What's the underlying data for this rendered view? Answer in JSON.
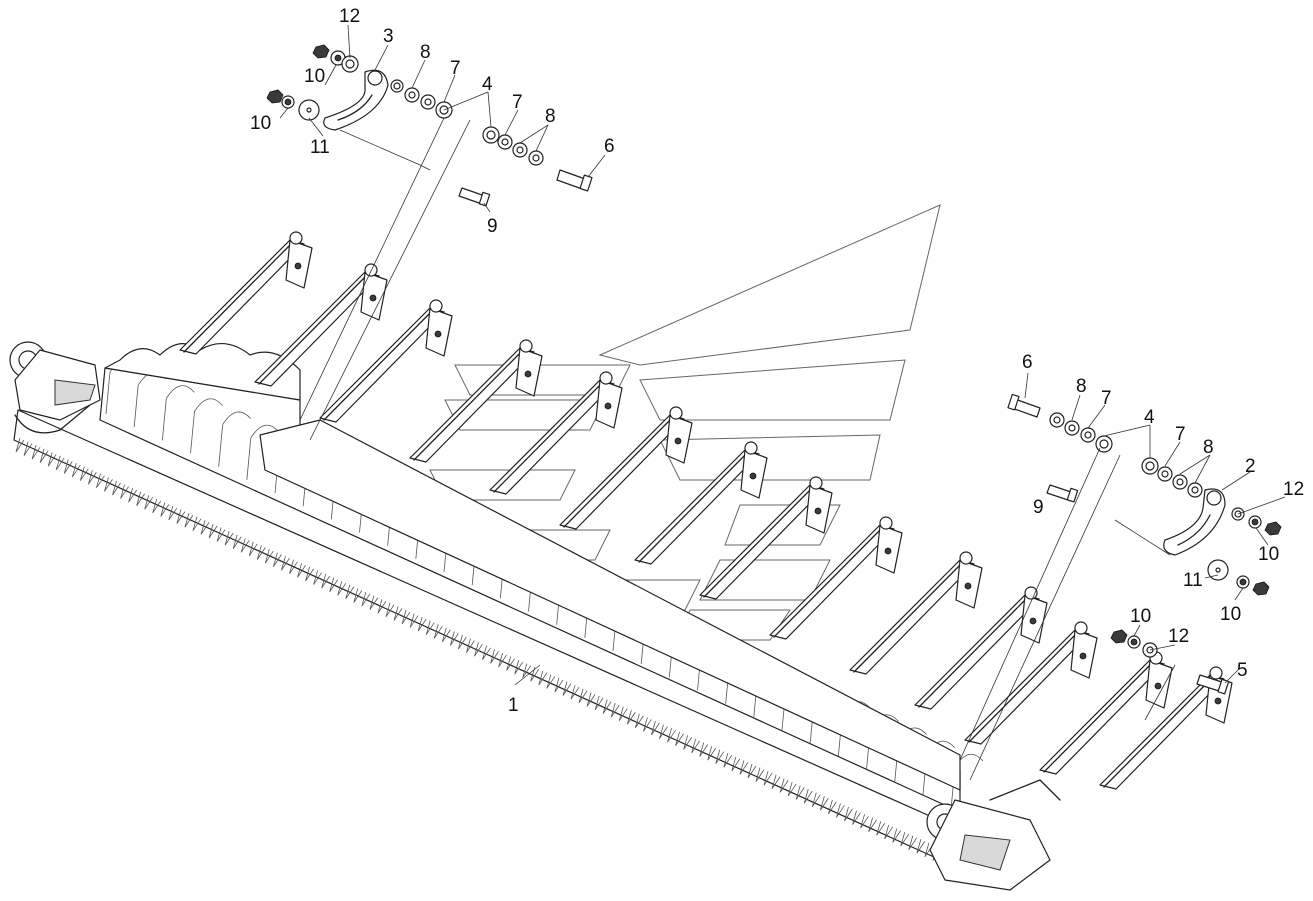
{
  "callouts": [
    {
      "id": "c12a",
      "text": "12"
    },
    {
      "id": "c3",
      "text": "3"
    },
    {
      "id": "c8a",
      "text": "8"
    },
    {
      "id": "c7a",
      "text": "7"
    },
    {
      "id": "c10a",
      "text": "10"
    },
    {
      "id": "c4a",
      "text": "4"
    },
    {
      "id": "c7b",
      "text": "7"
    },
    {
      "id": "c8b",
      "text": "8"
    },
    {
      "id": "c10b",
      "text": "10"
    },
    {
      "id": "c11a",
      "text": "11"
    },
    {
      "id": "c6a",
      "text": "6"
    },
    {
      "id": "c9a",
      "text": "9"
    },
    {
      "id": "c6b",
      "text": "6"
    },
    {
      "id": "c8c",
      "text": "8"
    },
    {
      "id": "c7c",
      "text": "7"
    },
    {
      "id": "c4b",
      "text": "4"
    },
    {
      "id": "c7d",
      "text": "7"
    },
    {
      "id": "c8d",
      "text": "8"
    },
    {
      "id": "c2",
      "text": "2"
    },
    {
      "id": "c12b",
      "text": "12"
    },
    {
      "id": "c9b",
      "text": "9"
    },
    {
      "id": "c10c",
      "text": "10"
    },
    {
      "id": "c11b",
      "text": "11"
    },
    {
      "id": "c10d",
      "text": "10"
    },
    {
      "id": "c10e",
      "text": "10"
    },
    {
      "id": "c12c",
      "text": "12"
    },
    {
      "id": "c5",
      "text": "5"
    },
    {
      "id": "c1",
      "text": "1"
    }
  ],
  "icons": {
    "watermark": "watermark-logo-icon"
  }
}
